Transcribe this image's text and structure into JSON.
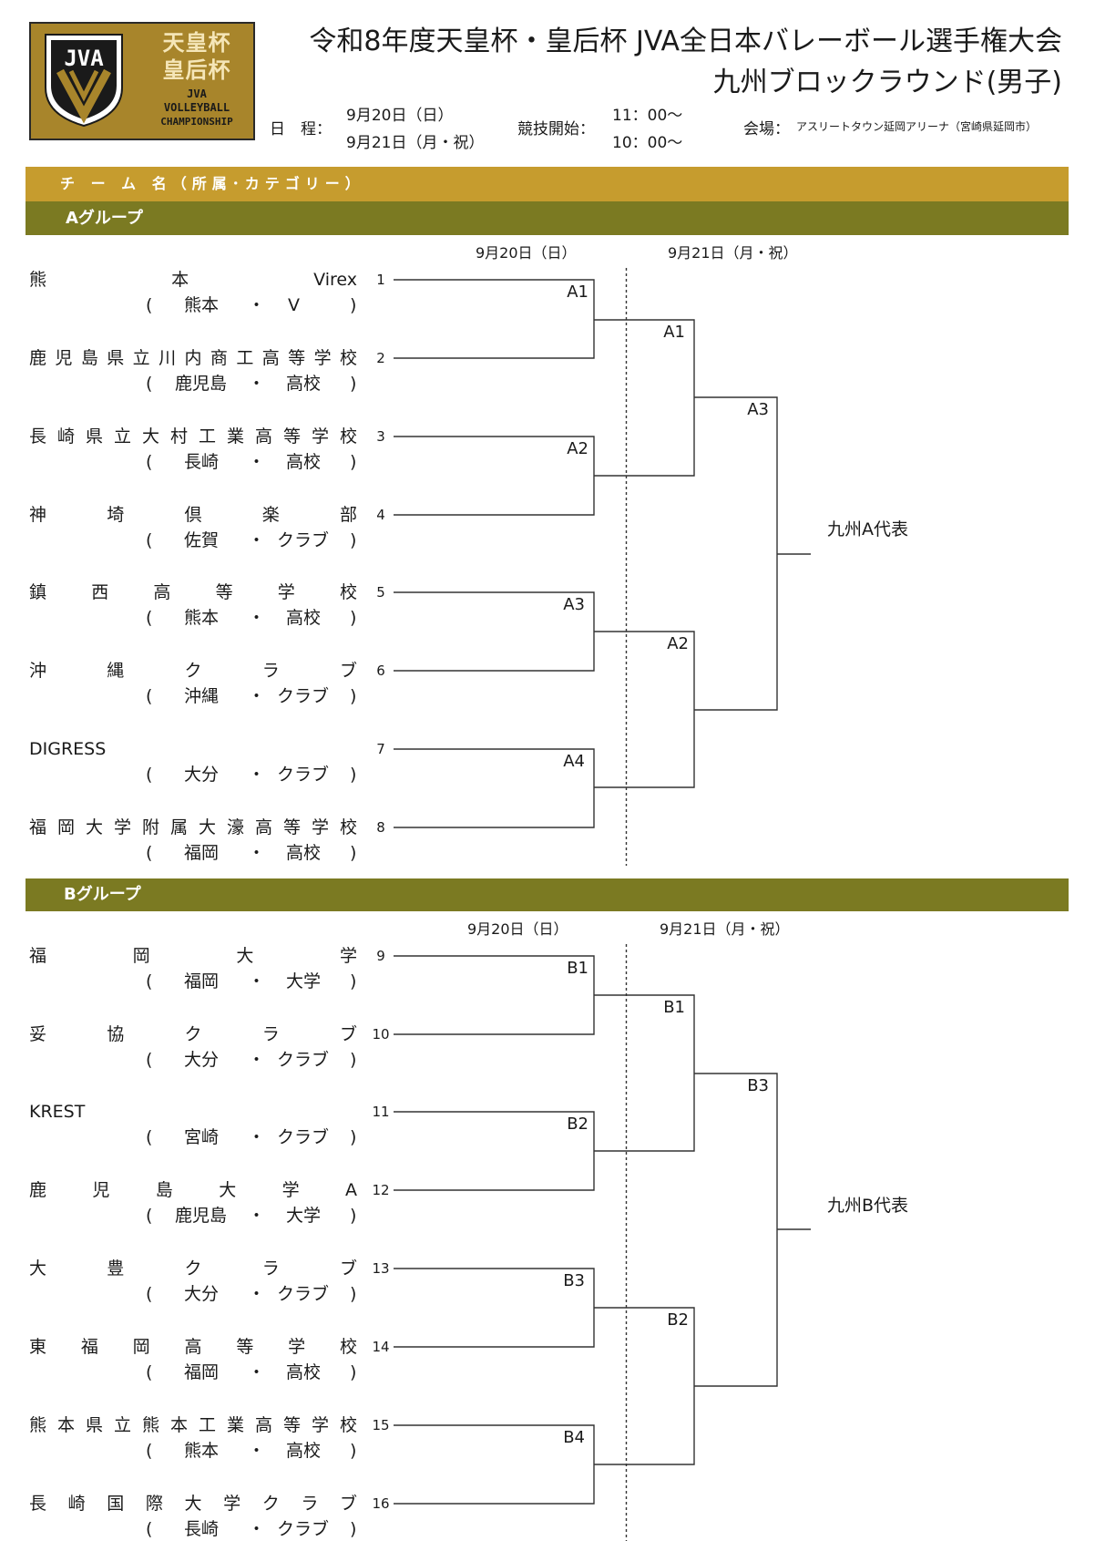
{
  "logo": {
    "letters": "JVA",
    "line1": "天皇杯",
    "line2": "皇后杯",
    "line3": "JVA",
    "line4": "VOLLEYBALL",
    "line5": "CHAMPIONSHIP"
  },
  "title": {
    "line1": "令和8年度天皇杯・皇后杯 JVA全日本バレーボール選手権大会",
    "line2": "九州ブロックラウンド(男子)"
  },
  "schedule": {
    "label": "日　程：",
    "day1": "9月20日（日）",
    "day2": "9月21日（月・祝）",
    "start_label": "競技開始：",
    "start1": "11：00〜",
    "start2": "10：00〜",
    "venue_label": "会場：",
    "venue": "アスリートタウン延岡アリーナ（宮崎県延岡市）"
  },
  "header_band": "チ ー ム 名（所属･カテゴリー）",
  "group_a": {
    "label": "Aグループ",
    "date1": "9月20日（日）",
    "date2": "9月21日（月・祝）",
    "teams": [
      {
        "name": "熊本Virex",
        "pref": "熊本",
        "cat": "V",
        "seed": "1"
      },
      {
        "name": "鹿児島県立川内商工高等学校",
        "pref": "鹿児島",
        "cat": "高校",
        "seed": "2"
      },
      {
        "name": "長崎県立大村工業高等学校",
        "pref": "長崎",
        "cat": "高校",
        "seed": "3"
      },
      {
        "name": "神埼倶楽部",
        "pref": "佐賀",
        "cat": "クラブ",
        "seed": "4"
      },
      {
        "name": "鎮西高等学校",
        "pref": "熊本",
        "cat": "高校",
        "seed": "5"
      },
      {
        "name": "沖縄クラブ",
        "pref": "沖縄",
        "cat": "クラブ",
        "seed": "6"
      },
      {
        "name": "DIGRESS",
        "pref": "大分",
        "cat": "クラブ",
        "seed": "7"
      },
      {
        "name": "福岡大学附属大濠高等学校",
        "pref": "福岡",
        "cat": "高校",
        "seed": "8"
      }
    ],
    "round1": [
      "A1",
      "A2",
      "A3",
      "A4"
    ],
    "round2": [
      "A1",
      "A2"
    ],
    "final": "A3",
    "rep": "九州A代表"
  },
  "group_b": {
    "label": "Bグループ",
    "date1": "9月20日（日）",
    "date2": "9月21日（月・祝）",
    "teams": [
      {
        "name": "福岡大学",
        "pref": "福岡",
        "cat": "大学",
        "seed": "9"
      },
      {
        "name": "妥協クラブ",
        "pref": "大分",
        "cat": "クラブ",
        "seed": "10"
      },
      {
        "name": "KREST",
        "pref": "宮崎",
        "cat": "クラブ",
        "seed": "11"
      },
      {
        "name": "鹿児島大学A",
        "pref": "鹿児島",
        "cat": "大学",
        "seed": "12"
      },
      {
        "name": "大豊クラブ",
        "pref": "大分",
        "cat": "クラブ",
        "seed": "13"
      },
      {
        "name": "東福岡高等学校",
        "pref": "福岡",
        "cat": "高校",
        "seed": "14"
      },
      {
        "name": "熊本県立熊本工業高等学校",
        "pref": "熊本",
        "cat": "高校",
        "seed": "15"
      },
      {
        "name": "長崎国際大学クラブ",
        "pref": "長崎",
        "cat": "クラブ",
        "seed": "16"
      }
    ],
    "round1": [
      "B1",
      "B2",
      "B3",
      "B4"
    ],
    "round2": [
      "B1",
      "B2"
    ],
    "final": "B3",
    "rep": "九州B代表"
  },
  "colors": {
    "gold": "#c69c2e",
    "olive": "#7b7a22",
    "logo_gold": "#a8852b"
  }
}
